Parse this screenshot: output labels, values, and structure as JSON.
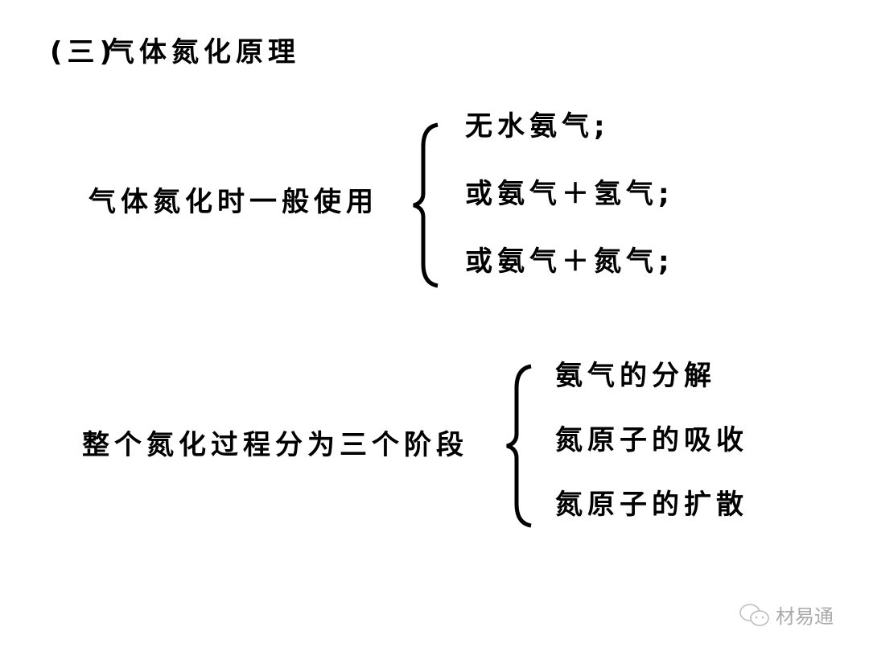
{
  "title": {
    "number": "(三)",
    "text": "气体氮化原理"
  },
  "section1": {
    "label": "气体氮化时一般使用",
    "options": [
      "无水氨气;",
      "或氨气＋氢气;",
      "或氨气＋氮气;"
    ]
  },
  "section2": {
    "label": "整个氮化过程分为三个阶段",
    "stages": [
      "氨气的分解",
      "氮原子的吸收",
      "氮原子的扩散"
    ]
  },
  "watermark": {
    "text": "材易通",
    "icon": "wechat-icon"
  }
}
